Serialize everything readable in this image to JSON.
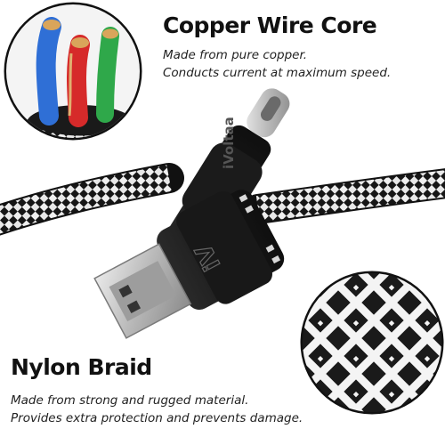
{
  "copper_section": {
    "title": "Copper Wire Core",
    "line1": "Made from pure copper.",
    "line2": "Conducts current at maximum speed."
  },
  "nylon_section": {
    "title": "Nylon Braid",
    "line1": "Made from strong and rugged material.",
    "line2": "Provides extra protection and prevents damage."
  },
  "product": {
    "brand_text": "iVoltaa",
    "logo_mark": "iV"
  },
  "colors": {
    "cable_black": "#141414",
    "braid_white": "#f2f2f2",
    "connector_body": "#1c1c1c",
    "metal": "#c9c9c9",
    "wire_blue": "#2f6fd6",
    "wire_red": "#d62a2a",
    "wire_green": "#2fa84a"
  }
}
